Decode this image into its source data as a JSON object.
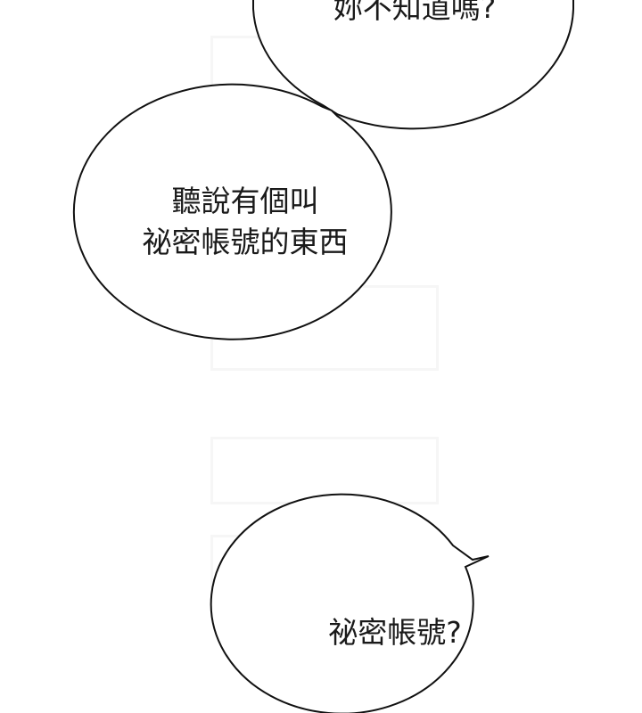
{
  "bubbles": [
    {
      "lines": [
        "妳不知道嗎?"
      ]
    },
    {
      "lines": [
        "聽說有個叫",
        "祕密帳號的東西"
      ]
    },
    {
      "lines": [
        "祕密帳號?"
      ]
    }
  ],
  "colors": {
    "background": "#ffffff",
    "outline": "#111111",
    "text": "#1a1a1a",
    "watermark": "#f4f4f4"
  }
}
